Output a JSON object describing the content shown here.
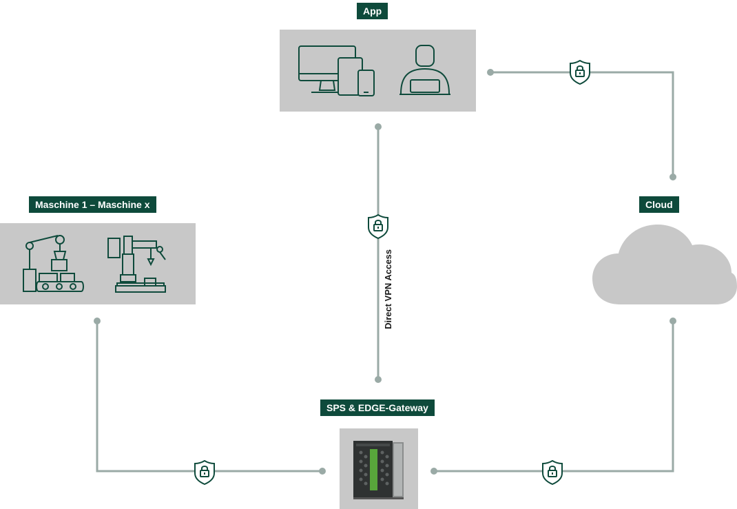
{
  "nodes": {
    "app": {
      "label": "App"
    },
    "machines": {
      "label": "Maschine 1 – Maschine x"
    },
    "cloud": {
      "label": "Cloud"
    },
    "gateway": {
      "label": "SPS & EDGE-Gateway"
    }
  },
  "connections": {
    "direct_vpn_label": "Direct VPN Access"
  },
  "icons": [
    "monitor-icon",
    "tablet-icon",
    "phone-icon",
    "user-at-laptop-icon",
    "robot-arm-icon",
    "industrial-robot-icon",
    "cloud-icon",
    "lock-shield-icon",
    "gateway-device-image"
  ],
  "colors": {
    "label_bg": "#0e4a3b",
    "panel_bg": "#c8c8c8",
    "connector": "#9aaaa6",
    "icon_stroke": "#0e4a3b",
    "cloud_fill": "#c8c8c8"
  }
}
